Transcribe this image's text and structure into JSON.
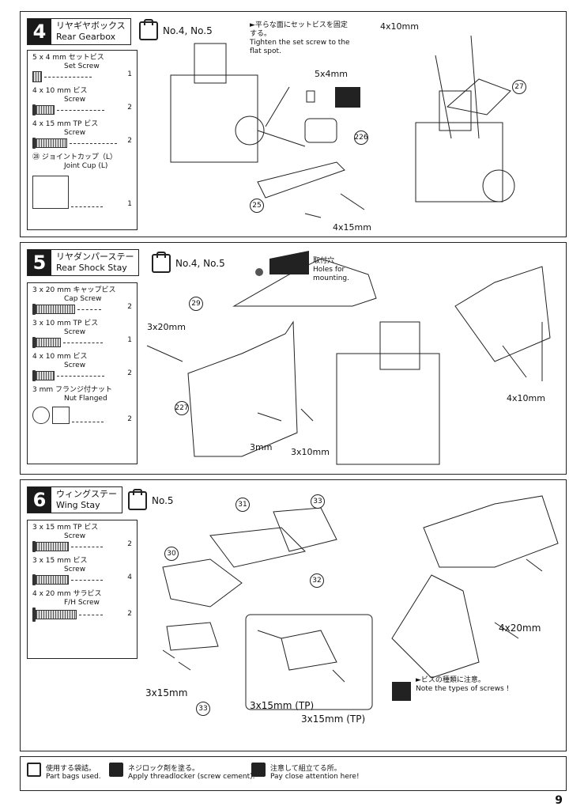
{
  "step4": {
    "number": "4",
    "title_jp": "リヤギヤボックス",
    "title_en": "Rear Gearbox",
    "bags": "No.4, No.5",
    "parts": [
      {
        "jp": "5 x 4 mm セットビス",
        "en": "Set Screw",
        "qty": "1"
      },
      {
        "jp": "4 x 10 mm ビス",
        "en": "Screw",
        "qty": "2"
      },
      {
        "jp": "4 x 15 mm TP ビス",
        "en": "Screw",
        "qty": "2"
      },
      {
        "jp": "㉘ ジョイントカップ（L）",
        "en": "Joint Cup (L)",
        "qty": "1"
      }
    ],
    "note_jp": "►平らな面にセットビスを固定する。",
    "note_en": "Tighten the set screw to the flat spot.",
    "labels": {
      "m5x4": "5x4mm",
      "m4x15": "4x15mm",
      "m4x10": "4x10mm"
    },
    "refs": {
      "r25": "25",
      "r226": "226",
      "r27": "27"
    }
  },
  "step5": {
    "number": "5",
    "title_jp": "リヤダンパーステー",
    "title_en": "Rear Shock Stay",
    "bags": "No.4, No.5",
    "parts": [
      {
        "jp": "3 x 20 mm キャップビス",
        "en": "Cap Screw",
        "qty": "2"
      },
      {
        "jp": "3 x 10 mm TP ビス",
        "en": "Screw",
        "qty": "1"
      },
      {
        "jp": "4 x 10 mm ビス",
        "en": "Screw",
        "qty": "2"
      },
      {
        "jp": "3 mm フランジ付ナット",
        "en": "Nut Flanged",
        "qty": "2"
      }
    ],
    "holes_jp": "取付穴",
    "holes_en": "Holes for mounting.",
    "labels": {
      "m3x20": "3x20mm",
      "m3": "3mm",
      "m3x10": "3x10mm",
      "m4x10": "4x10mm"
    },
    "refs": {
      "r29": "29",
      "r227": "227"
    }
  },
  "step6": {
    "number": "6",
    "title_jp": "ウィングステー",
    "title_en": "Wing Stay",
    "bags": "No.5",
    "parts": [
      {
        "jp": "3 x 15 mm TP ビス",
        "en": "Screw",
        "qty": "2"
      },
      {
        "jp": "3 x 15 mm ビス",
        "en": "Screw",
        "qty": "4"
      },
      {
        "jp": "4 x 20 mm サラビス",
        "en": "F/H Screw",
        "qty": "2"
      }
    ],
    "note_jp": "►ビスの種類に注意。",
    "note_en": "Note the types of screws !",
    "labels": {
      "m3x15a": "3x15mm",
      "m3x15tp1": "3x15mm (TP)",
      "m3x15tp2": "3x15mm (TP)",
      "m4x20": "4x20mm"
    },
    "refs": {
      "r30": "30",
      "r31": "31",
      "r32": "32",
      "r33a": "33",
      "r33b": "33"
    }
  },
  "legend": {
    "bag_jp": "使用する袋詰。",
    "bag_en": "Part bags used.",
    "lock_jp": "ネジロック剤を塗る。",
    "lock_en": "Apply threadlocker (screw cement).",
    "care_jp": "注意して組立てる所。",
    "care_en": "Pay close attention here!"
  },
  "page_number": "9"
}
